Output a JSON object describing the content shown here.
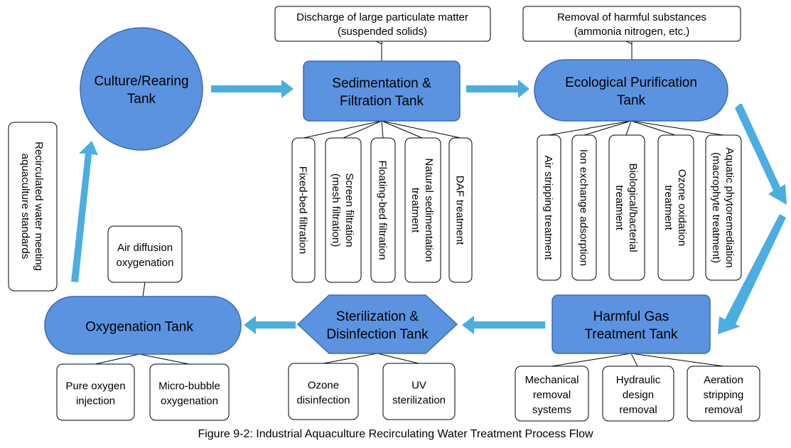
{
  "diagram": {
    "main_nodes": {
      "culture": [
        "Culture/Rearing",
        "Tank"
      ],
      "sedimentation": [
        "Sedimentation &",
        "Filtration Tank"
      ],
      "ecological": [
        "Ecological Purification",
        "Tank"
      ],
      "harmful_gas": [
        "Harmful Gas",
        "Treatment Tank"
      ],
      "sterilization": [
        "Sterilization &",
        "Disinfection Tank"
      ],
      "oxygenation": [
        "Oxygenation Tank"
      ]
    },
    "outputs": {
      "sedimentation_output": [
        "Discharge of large particulate matter",
        "(suspended solids)"
      ],
      "ecological_output": [
        "Removal of harmful substances",
        "(ammonia nitrogen, etc.)"
      ]
    },
    "sedimentation_methods": [
      [
        "Fixed-bed filtration"
      ],
      [
        "Screen filtration",
        "(mesh filtration)"
      ],
      [
        "Floating-bed filtration"
      ],
      [
        "Natural sedimentation",
        "treatment"
      ],
      [
        "DAF treatment"
      ]
    ],
    "ecological_methods": [
      [
        "Air stripping treatment"
      ],
      [
        "Ion exchange adsorption"
      ],
      [
        "Biological/bacterial",
        "treatment"
      ],
      [
        "Ozone oxidation",
        "treatment"
      ],
      [
        "Aquatic phytoremediation",
        "(macrophyte treatment)"
      ]
    ],
    "harmful_gas_methods": [
      [
        "Mechanical",
        "removal",
        "systems"
      ],
      [
        "Hydraulic",
        "design",
        "removal"
      ],
      [
        "Aeration",
        "stripping",
        "removal"
      ]
    ],
    "sterilization_methods": [
      [
        "Ozone",
        "disinfection"
      ],
      [
        "UV",
        "sterilization"
      ]
    ],
    "oxygenation_methods": [
      [
        "Pure oxygen",
        "injection"
      ],
      [
        "Micro-bubble",
        "oxygenation"
      ]
    ],
    "air_diffusion": [
      "Air diffusion",
      "oxygenation"
    ],
    "recirculated_label": [
      "Recirculated water meeting",
      "aquaculture standards"
    ],
    "caption": "Figure 9-2: Industrial Aquaculture Recirculating Water Treatment Process Flow",
    "colors": {
      "node_fill": "#5b93e0",
      "node_stroke": "#3a6bb5",
      "arrow_fill": "#4aaee0",
      "line": "#000000",
      "box_fill": "#ffffff"
    }
  }
}
